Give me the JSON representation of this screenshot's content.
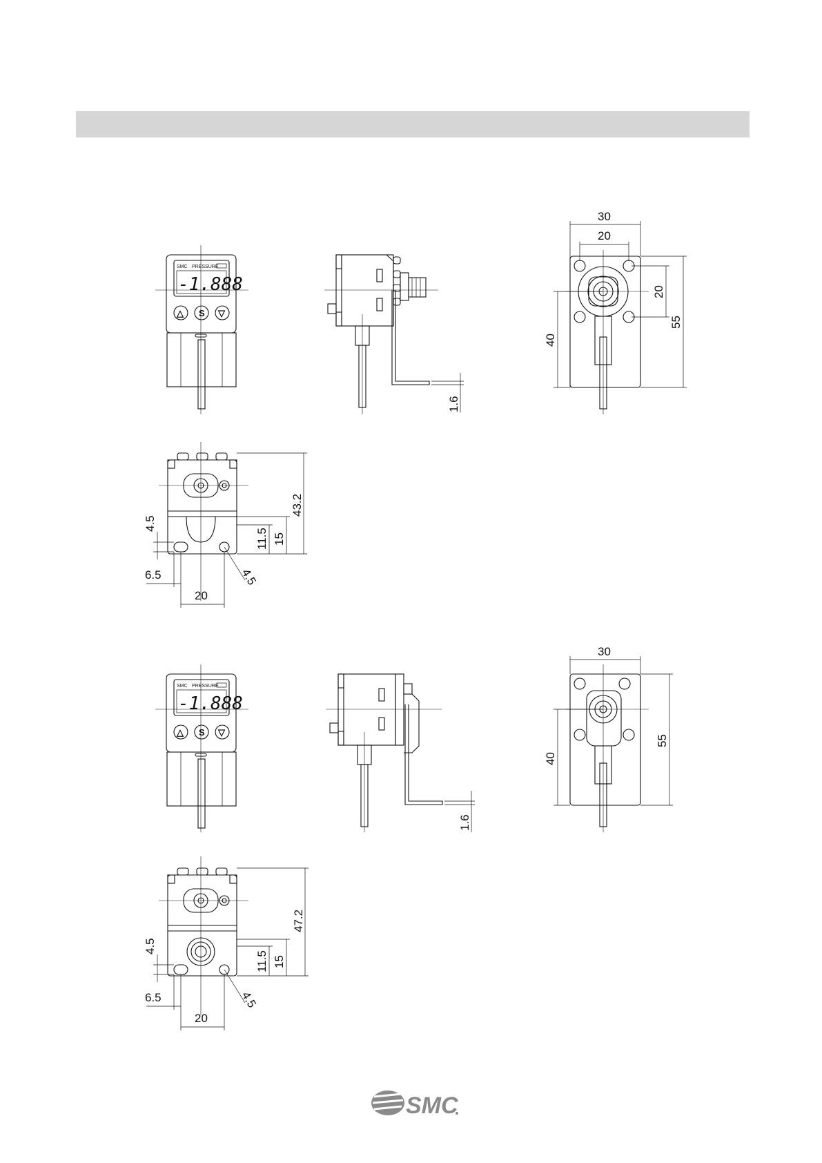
{
  "header_bar": {
    "color": "#d6d6d6",
    "text": ""
  },
  "dimensions": {
    "set1": {
      "side_thickness": "1.6",
      "rear_width_outer": "30",
      "rear_width_inner": "20",
      "rear_height_inner": "20",
      "rear_height_total": "55",
      "rear_height_lower": "40",
      "bottom_height": "43.2",
      "bottom_slot_offset": "4.5",
      "bottom_mid_1": "11.5",
      "bottom_mid_2": "15",
      "bottom_hole": "4.5",
      "bottom_left": "6.5",
      "bottom_pitch": "20"
    },
    "set2": {
      "side_thickness": "1.6",
      "rear_width_outer": "30",
      "rear_height_total": "55",
      "rear_height_lower": "40",
      "bottom_height": "47.2",
      "bottom_slot_offset": "4.5",
      "bottom_mid_1": "11.5",
      "bottom_mid_2": "15",
      "bottom_hole": "4.5",
      "bottom_left": "6.5",
      "bottom_pitch": "20"
    }
  },
  "front_panel": {
    "label_smc": "SMC",
    "label_pressure": "PRESSURE",
    "display_value": "-1.888",
    "button_up": "△",
    "button_set": "S",
    "button_down": "▽"
  },
  "footer": {
    "logo": "SMC",
    "logo_color": "#8a8a8a"
  },
  "icons": [
    "smc-logo-icon",
    "screw-icon",
    "fitting-icon"
  ]
}
